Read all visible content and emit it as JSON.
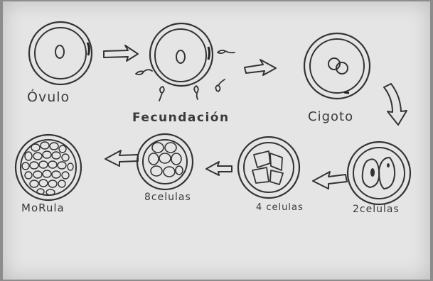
{
  "diagram": {
    "stages": [
      {
        "id": "ovulo",
        "label": "Óvulo"
      },
      {
        "id": "fecundacion",
        "label": "Fecundación"
      },
      {
        "id": "cigoto",
        "label": "Cigoto"
      },
      {
        "id": "dos-celulas",
        "label": "2celulas"
      },
      {
        "id": "cuatro-celulas",
        "label": "4 celulas"
      },
      {
        "id": "ocho-celulas",
        "label": "8celulas"
      },
      {
        "id": "morula",
        "label": "MoRula"
      }
    ],
    "ink_color": "#333333",
    "paper_color": "#e5e5e5"
  }
}
